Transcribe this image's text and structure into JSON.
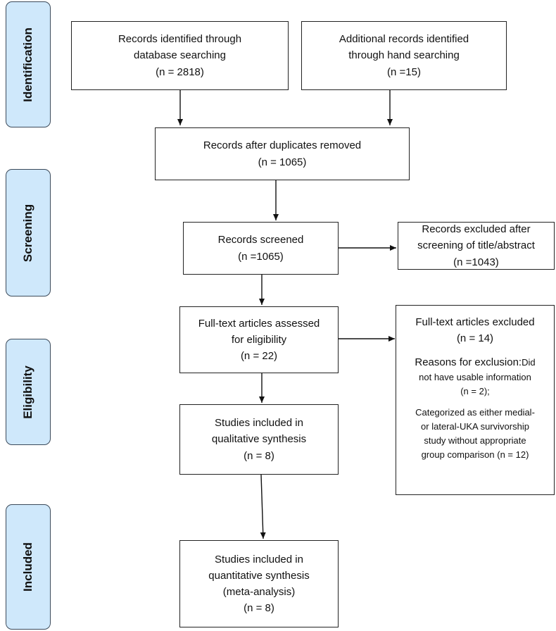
{
  "stages": {
    "identification": "Identification",
    "screening": "Screening",
    "eligibility": "Eligibility",
    "included": "Included"
  },
  "boxes": {
    "database": {
      "lines": [
        "Records identified through",
        "database searching",
        "(n = 2818)"
      ]
    },
    "hand": {
      "lines": [
        "Additional records identified",
        "through hand searching",
        "(n =15)"
      ]
    },
    "duplicates": {
      "lines": [
        "Records after duplicates removed",
        "(n = 1065)"
      ]
    },
    "screened": {
      "lines": [
        "Records screened",
        "(n =1065)"
      ]
    },
    "excluded_title": {
      "lines": [
        "Records excluded after",
        "screening of title/abstract",
        "(n =1043)"
      ]
    },
    "fulltext": {
      "lines": [
        "Full-text articles assessed",
        "for eligibility",
        "(n = 22)"
      ]
    },
    "fulltext_excluded": {
      "title": "Full-text articles excluded",
      "count": "(n = 14)",
      "reasons_heading": "Reasons for exclusion:",
      "reason1_a": "Did",
      "reason1_b": "not have usable information",
      "reason1_n": "(n = 2);",
      "reason2_lines": [
        "Categorized as either medial-",
        "or lateral-UKA survivorship",
        "study without appropriate",
        "group comparison (n = 12)"
      ]
    },
    "qualitative": {
      "lines": [
        "Studies included in",
        "qualitative synthesis",
        "(n = 8)"
      ]
    },
    "quantitative": {
      "lines": [
        "Studies included in",
        "quantitative synthesis",
        "(meta-analysis)",
        "(n = 8)"
      ]
    }
  }
}
